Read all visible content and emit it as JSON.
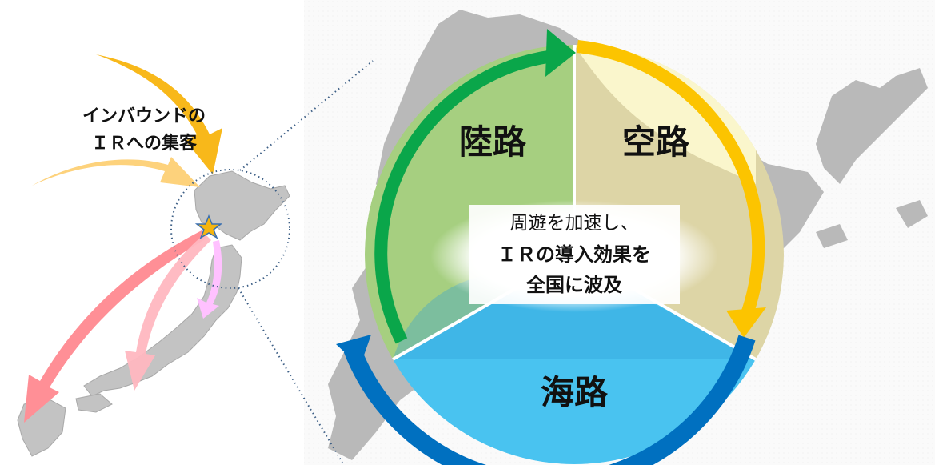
{
  "inbound": {
    "line1": "インバウンドの",
    "line2": "ＩＲへの集客"
  },
  "segments": {
    "land": "陸路",
    "air": "空路",
    "sea": "海路"
  },
  "center": {
    "line1": "周遊を加速し、",
    "line2": "ＩＲの導入効果を",
    "line3": "全国に波及"
  },
  "colors": {
    "land": "#0aa64a",
    "air": "#fcc400",
    "sea": "#0070c0",
    "sea_fill": "#49c3f0",
    "inbound_arrow": "#f8b81a",
    "outbound_red": "#ff8f96",
    "outbound_pink": "#ffb7c0",
    "outbound_violet": "#ffc1ff"
  }
}
